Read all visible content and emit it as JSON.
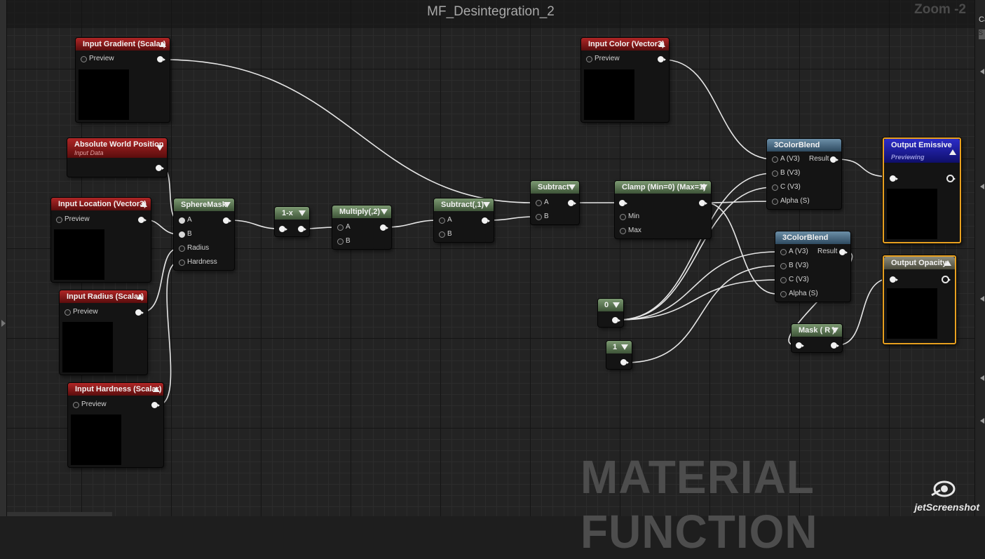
{
  "window": {
    "title": "MF_Desintegration_2",
    "zoom": "Zoom -2"
  },
  "right_panel": {
    "label": "Ca",
    "field": "S"
  },
  "watermark": "MATERIAL FUNCTION",
  "screenshot_tool": "jetScreenshot",
  "nodes": {
    "input_gradient": {
      "title": "Input Gradient (Scalar)",
      "preview": "Preview"
    },
    "absolute_world_position": {
      "title": "Absolute World Position",
      "subtitle": "Input Data"
    },
    "input_location": {
      "title": "Input Location (Vector3)",
      "preview": "Preview"
    },
    "input_radius": {
      "title": "Input Radius (Scalar)",
      "preview": "Preview"
    },
    "input_hardness": {
      "title": "Input Hardness (Scalar)",
      "preview": "Preview"
    },
    "sphere_mask": {
      "title": "SphereMask",
      "pins": [
        "A",
        "B",
        "Radius",
        "Hardness"
      ]
    },
    "one_minus": {
      "title": "1-x"
    },
    "multiply": {
      "title": "Multiply(,2)",
      "pins": [
        "A",
        "B"
      ]
    },
    "subtract_1": {
      "title": "Subtract(,1)",
      "pins": [
        "A",
        "B"
      ]
    },
    "subtract": {
      "title": "Subtract",
      "pins": [
        "A",
        "B"
      ]
    },
    "clamp": {
      "title": "Clamp (Min=0) (Max=1)",
      "pins": [
        "Min",
        "Max"
      ]
    },
    "input_color": {
      "title": "Input Color (Vector3)",
      "preview": "Preview"
    },
    "color_blend_1": {
      "title": "3ColorBlend",
      "pins": [
        "A (V3)",
        "B (V3)",
        "C (V3)",
        "Alpha (S)"
      ],
      "result": "Result"
    },
    "color_blend_2": {
      "title": "3ColorBlend",
      "pins": [
        "A (V3)",
        "B (V3)",
        "C (V3)",
        "Alpha (S)"
      ],
      "result": "Result"
    },
    "const_0": {
      "title": "0"
    },
    "const_1": {
      "title": "1"
    },
    "mask_r": {
      "title": "Mask ( R )"
    },
    "output_emissive": {
      "title": "Output Emissive",
      "status": "Previewing"
    },
    "output_opacity": {
      "title": "Output Opacity"
    }
  },
  "colors": {
    "input_header": "#9a1f1f",
    "math_header": "#5a7a52",
    "blend_header": "#4a6a84",
    "output_emissive_header": "#2222aa",
    "output_opacity_header": "#6e6e60",
    "selection_border": "#e8a020",
    "wire": "#e6e6e6"
  }
}
